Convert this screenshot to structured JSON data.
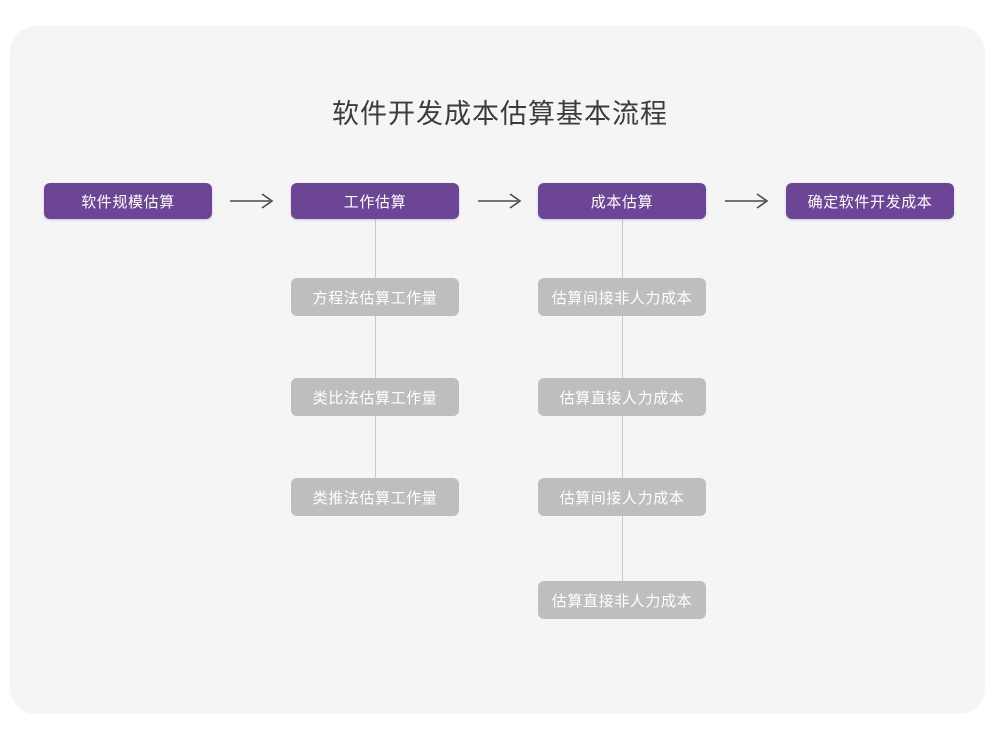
{
  "page": {
    "title": "软件开发成本估算基本流程",
    "background_color": "#ffffff",
    "card_color": "#f5f5f6",
    "primary_color": "#6d4597",
    "secondary_color": "#bebebe",
    "connector_color": "#c9c9c9",
    "arrow_color": "#4a4a4a"
  },
  "flow": {
    "main_steps": [
      {
        "label": "软件规模估算"
      },
      {
        "label": "工作估算"
      },
      {
        "label": "成本估算"
      },
      {
        "label": "确定软件开发成本"
      }
    ],
    "arrows": [
      {
        "glyph": "long-right-arrow"
      },
      {
        "glyph": "long-right-arrow"
      },
      {
        "glyph": "long-right-arrow"
      }
    ],
    "sub_steps_work": [
      {
        "label": "方程法估算工作量"
      },
      {
        "label": "类比法估算工作量"
      },
      {
        "label": "类推法估算工作量"
      }
    ],
    "sub_steps_cost": [
      {
        "label": "估算间接非人力成本"
      },
      {
        "label": "估算直接人力成本"
      },
      {
        "label": "估算间接人力成本"
      },
      {
        "label": "估算直接非人力成本"
      }
    ]
  }
}
